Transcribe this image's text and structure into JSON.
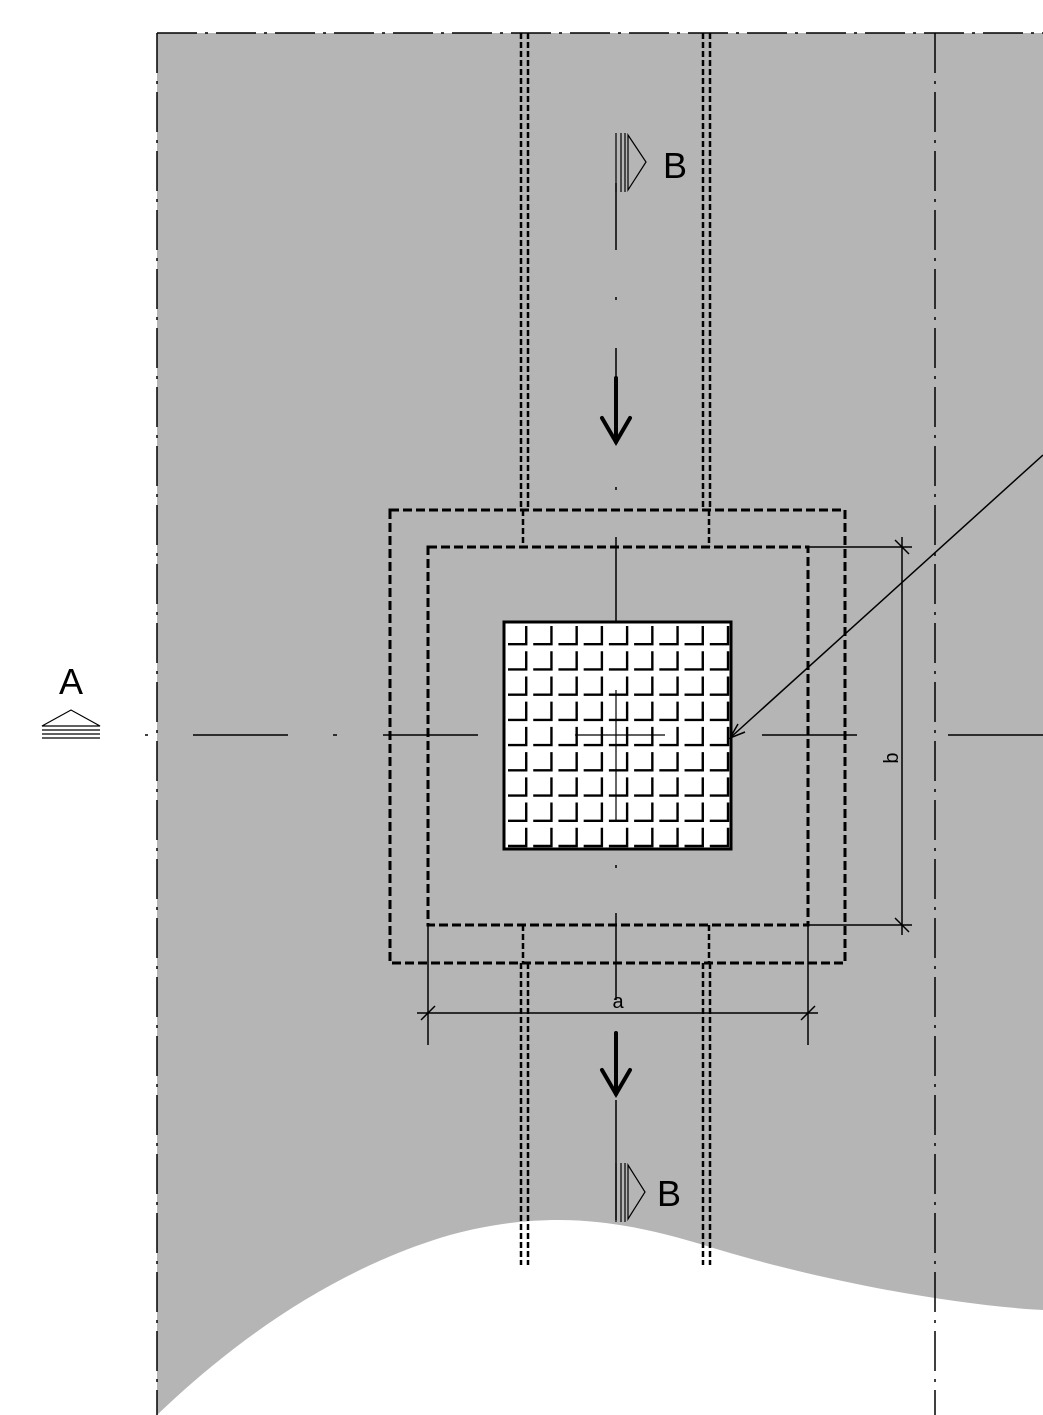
{
  "section_markers": {
    "a": "A",
    "b_top": "B",
    "b_bottom": "B"
  },
  "dimensions": {
    "width_label": "a",
    "height_label": "b"
  },
  "grate": {
    "rows": 9,
    "cols": 9
  },
  "flow": {
    "arrow_count": 2,
    "direction": "down"
  },
  "colors": {
    "fill": "#b5b5b5",
    "line": "#000000",
    "background": "#ffffff",
    "grate": "#ffffff"
  }
}
